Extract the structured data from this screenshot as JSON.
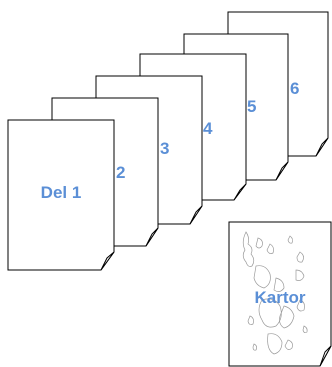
{
  "pages": [
    {
      "label": "Del 1"
    },
    {
      "label": "2"
    },
    {
      "label": "3"
    },
    {
      "label": "4"
    },
    {
      "label": "5"
    },
    {
      "label": "6"
    }
  ],
  "map_page": {
    "label": "Kartor"
  },
  "colors": {
    "label": "#5b8fd6",
    "stroke": "#000000",
    "paper": "#ffffff",
    "map_outline": "#9a9a9a"
  }
}
